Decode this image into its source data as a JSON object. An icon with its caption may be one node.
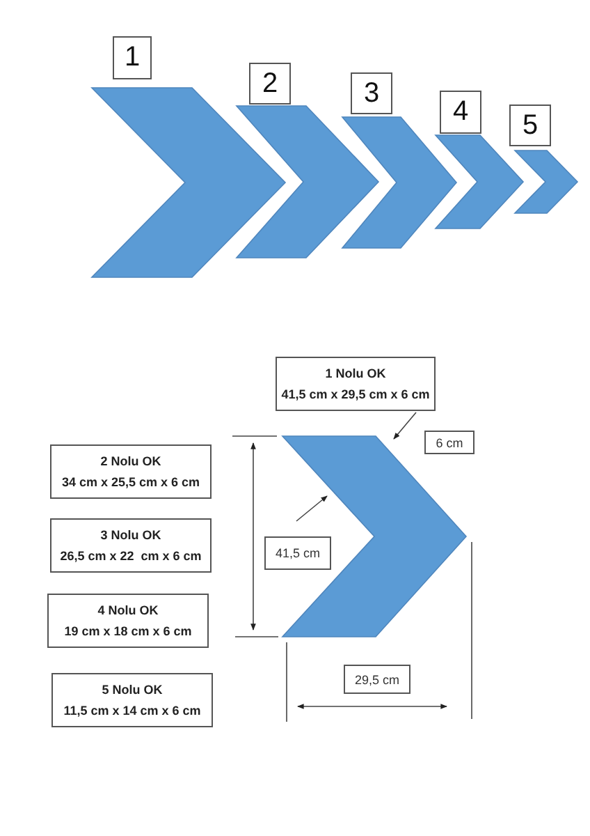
{
  "diagram": {
    "nodes": [
      {
        "text": [
          "1"
        ]
      },
      {
        "text": [
          "2"
        ]
      },
      {
        "text": [
          "3"
        ]
      },
      {
        "text": [
          "4"
        ]
      },
      {
        "text": [
          "5"
        ]
      },
      {
        "text": [],
        "shape": "chevron"
      },
      {
        "text": [],
        "shape": "chevron"
      },
      {
        "text": [],
        "shape": "chevron"
      },
      {
        "text": [],
        "shape": "chevron"
      },
      {
        "text": [],
        "shape": "chevron"
      },
      {
        "text": [
          "1 Nolu OK",
          "41,5 cm x 29,5 cm x 6 cm"
        ]
      },
      {
        "text": [
          "6 cm"
        ]
      },
      {
        "text": [
          "2 Nolu OK",
          "34 cm x 25,5 cm x 6 cm"
        ]
      },
      {
        "text": [
          "3 Nolu OK",
          "26,5 cm x 22  cm x 6 cm"
        ]
      },
      {
        "text": [
          "4 Nolu OK",
          "19 cm x 18 cm x 6 cm"
        ]
      },
      {
        "text": [
          "5 Nolu OK",
          "11,5 cm x 14 cm x 6 cm"
        ]
      },
      {
        "text": [],
        "shape": "chevron"
      },
      {
        "text": [
          "41,5 cm"
        ]
      },
      {
        "text": [
          "29,5 cm"
        ]
      }
    ],
    "edges": [
      {
        "from": 10,
        "to": 16,
        "arrow": "to"
      }
    ]
  }
}
